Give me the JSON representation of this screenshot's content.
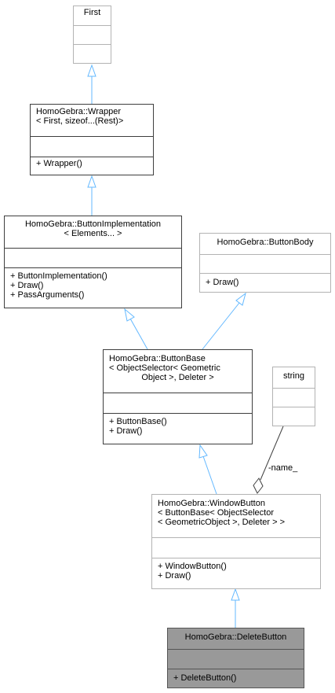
{
  "colors": {
    "inheritance_edge": "#63b8ff",
    "usage_edge": "#404040",
    "highlight_fill": "#999999",
    "box_border_gray": "#b3b3b3",
    "box_border_dark": "#3e3e3e"
  },
  "classes": {
    "first": {
      "title": [
        "First"
      ],
      "attributes": [],
      "methods": []
    },
    "wrapper": {
      "title": [
        "HomoGebra::Wrapper",
        "< First, sizeof...(Rest)>"
      ],
      "attributes": [],
      "methods": [
        "+ Wrapper()"
      ]
    },
    "button_impl": {
      "title": [
        "HomoGebra::ButtonImplementation",
        "< Elements... >"
      ],
      "attributes": [],
      "methods": [
        "+ ButtonImplementation()",
        "+ Draw()",
        "+ PassArguments()"
      ]
    },
    "button_body": {
      "title": [
        "HomoGebra::ButtonBody"
      ],
      "attributes": [],
      "methods": [
        "+ Draw()"
      ]
    },
    "button_base": {
      "title": [
        "HomoGebra::ButtonBase",
        "< ObjectSelector< Geometric",
        "Object >, Deleter >"
      ],
      "attributes": [],
      "methods": [
        "+ ButtonBase()",
        "+ Draw()"
      ]
    },
    "string": {
      "title": [
        "string"
      ],
      "attributes": [],
      "methods": []
    },
    "window_button": {
      "title": [
        "HomoGebra::WindowButton",
        "< ButtonBase< ObjectSelector",
        "< GeometricObject >, Deleter > >"
      ],
      "attributes": [],
      "methods": [
        "+ WindowButton()",
        "+ Draw()"
      ]
    },
    "delete_button": {
      "title": [
        "HomoGebra::DeleteButton"
      ],
      "attributes": [],
      "methods": [
        "+ DeleteButton()"
      ]
    }
  },
  "edges": {
    "name_label": "-name_"
  }
}
